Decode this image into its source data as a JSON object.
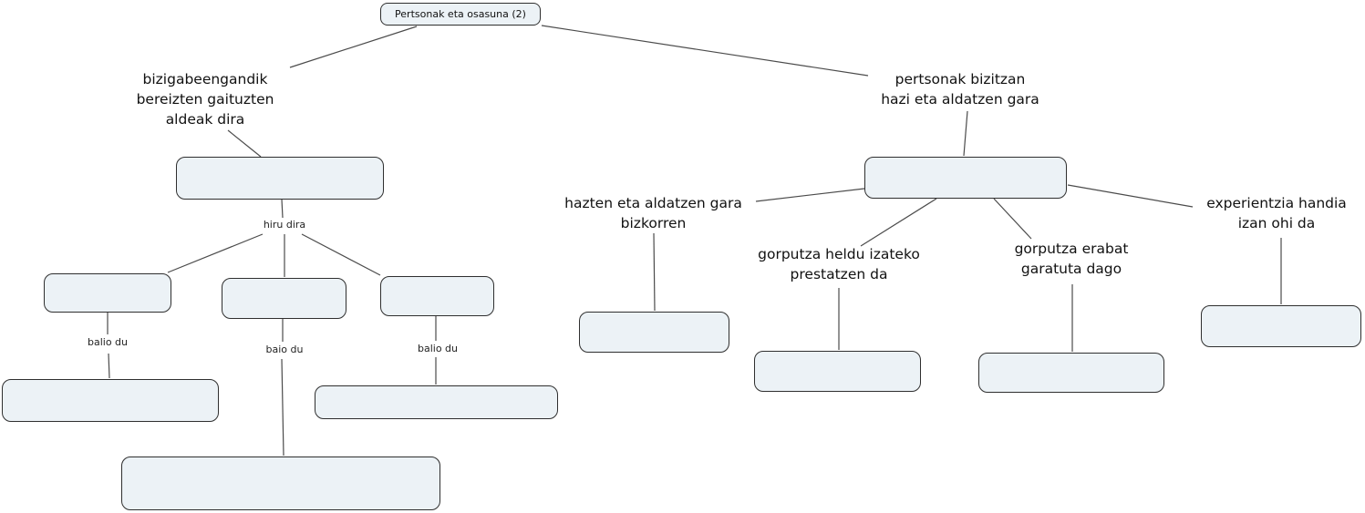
{
  "colors": {
    "node_fill": "#ecf2f6",
    "node_border": "#2f2f2f",
    "connector_line": "#4b4b4b",
    "text": "#111111",
    "background": "#ffffff"
  },
  "nodes": {
    "root": "Pertsonak eta osasuna (2)"
  },
  "labels": {
    "left_main": "bizigabeengandik\nbereizten gaituzten\naldeak dira",
    "right_main": "pertsonak bizitzan\nhazi eta aldatzen gara",
    "hazten": "hazten eta aldatzen gara\nbizkorren",
    "heldu": "gorputza heldu izateko\nprestatzen da",
    "erabat": "gorputza erabat\ngaratuta dago",
    "experientzia": "experientzia handia\nizan ohi da"
  },
  "link_labels": {
    "hiru_dira": "hiru dira",
    "balio_du_left": "balio du",
    "baio_du": "baio du",
    "balio_du_right": "balio du"
  },
  "edges": [
    {
      "from": "root",
      "to": "label-left-main"
    },
    {
      "from": "root",
      "to": "label-right-main"
    },
    {
      "from": "label-left-main",
      "to": "node-left-hub"
    },
    {
      "from": "node-left-hub",
      "via": "hiru dira",
      "to": "node-left-1"
    },
    {
      "from": "node-left-hub",
      "via": "hiru dira",
      "to": "node-left-2"
    },
    {
      "from": "node-left-hub",
      "via": "hiru dira",
      "to": "node-left-3"
    },
    {
      "from": "node-left-1",
      "via": "balio du",
      "to": "node-left-1-child"
    },
    {
      "from": "node-left-2",
      "via": "baio du",
      "to": "node-left-2-child"
    },
    {
      "from": "node-left-3",
      "via": "balio du",
      "to": "node-left-3-child"
    },
    {
      "from": "label-right-main",
      "to": "node-right-hub"
    },
    {
      "from": "node-right-hub",
      "to": "label-hazten"
    },
    {
      "from": "node-right-hub",
      "to": "label-heldu"
    },
    {
      "from": "node-right-hub",
      "to": "label-erabat"
    },
    {
      "from": "node-right-hub",
      "to": "label-experientzia"
    },
    {
      "from": "label-hazten",
      "to": "node-hazten-child"
    },
    {
      "from": "label-heldu",
      "to": "node-heldu-child"
    },
    {
      "from": "label-erabat",
      "to": "node-erabat-child"
    },
    {
      "from": "label-experientzia",
      "to": "node-experientzia-child"
    }
  ]
}
